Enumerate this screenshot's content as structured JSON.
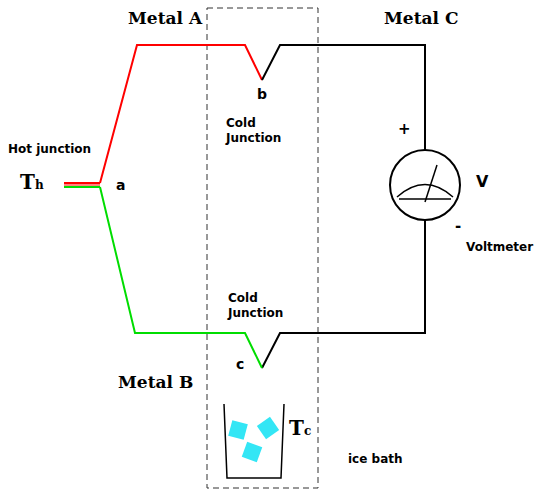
{
  "diagram": {
    "labels": [
      "Metal A",
      "Metal C",
      "b",
      "Cold Junction",
      "Hot junction",
      "Th",
      "a",
      "+",
      "V",
      "-",
      "Voltmeter",
      "Cold Junction",
      "Metal B",
      "c",
      "Tc",
      "ice bath"
    ]
  }
}
